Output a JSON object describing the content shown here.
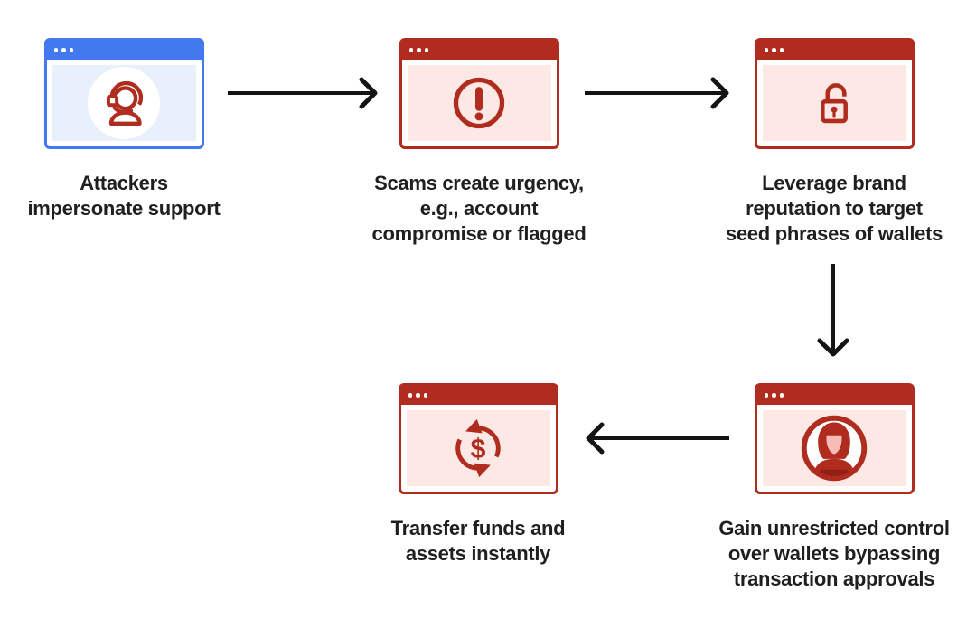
{
  "diagram": {
    "type": "flowchart",
    "colors": {
      "red": "#B02C1E",
      "red_tint": "#FCE9E6",
      "blue": "#4379EE",
      "blue_tint": "#E8F0FC",
      "arrow": "#141414",
      "text": "#1F1F1F",
      "hacker_face": "#F6BCB5"
    },
    "nodes": [
      {
        "name": "attackers-impersonate-support",
        "theme": "blue",
        "icon": "support-agent-icon",
        "label": "Attackers\nimpersonate support"
      },
      {
        "name": "scams-create-urgency",
        "theme": "red",
        "icon": "warning-exclamation-icon",
        "label": "Scams create urgency,\ne.g., account\ncompromise or flagged"
      },
      {
        "name": "leverage-brand-reputation",
        "theme": "red",
        "icon": "unlocked-padlock-icon",
        "label": "Leverage brand\nreputation to target\nseed phrases of wallets"
      },
      {
        "name": "gain-unrestricted-control",
        "theme": "red",
        "icon": "hooded-hacker-icon",
        "label": "Gain unrestricted control\nover wallets bypassing\ntransaction approvals"
      },
      {
        "name": "transfer-funds-instantly",
        "theme": "red",
        "icon": "money-cycle-icon",
        "label": "Transfer funds and\nassets instantly"
      }
    ],
    "arrows": [
      {
        "name": "arrow-step1-to-step2",
        "direction": "right"
      },
      {
        "name": "arrow-step2-to-step3",
        "direction": "right"
      },
      {
        "name": "arrow-step3-to-step4",
        "direction": "down"
      },
      {
        "name": "arrow-step4-to-step5",
        "direction": "left"
      }
    ],
    "money_symbol": "$"
  }
}
